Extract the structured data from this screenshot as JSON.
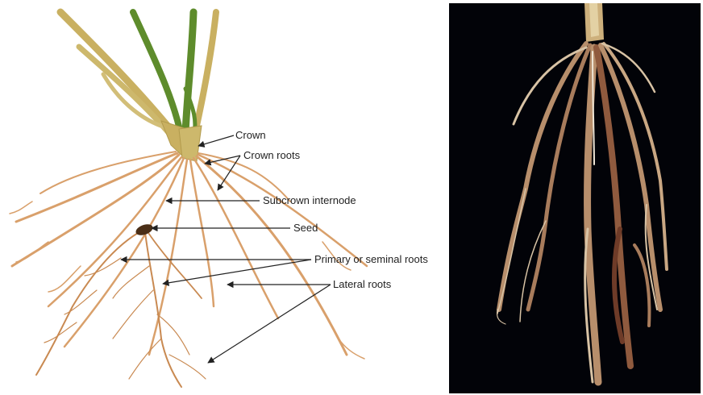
{
  "diagram": {
    "labels": {
      "crown": "Crown",
      "crown_roots": "Crown roots",
      "subcrown_internode": "Subcrown internode",
      "seed": "Seed",
      "primary_roots": "Primary or seminal roots",
      "lateral_roots": "Lateral roots"
    },
    "colors": {
      "root": "#d9a06b",
      "root_dark": "#c98a52",
      "stem_tan": "#c9b061",
      "leaf_green": "#5e8c2c",
      "seed": "#4a2e16",
      "arrow": "#222222"
    }
  },
  "photo": {
    "colors": {
      "background": "#020308",
      "root": "#b78e6b",
      "root_light": "#d8c3a5",
      "root_dark": "#6e3b28"
    }
  }
}
